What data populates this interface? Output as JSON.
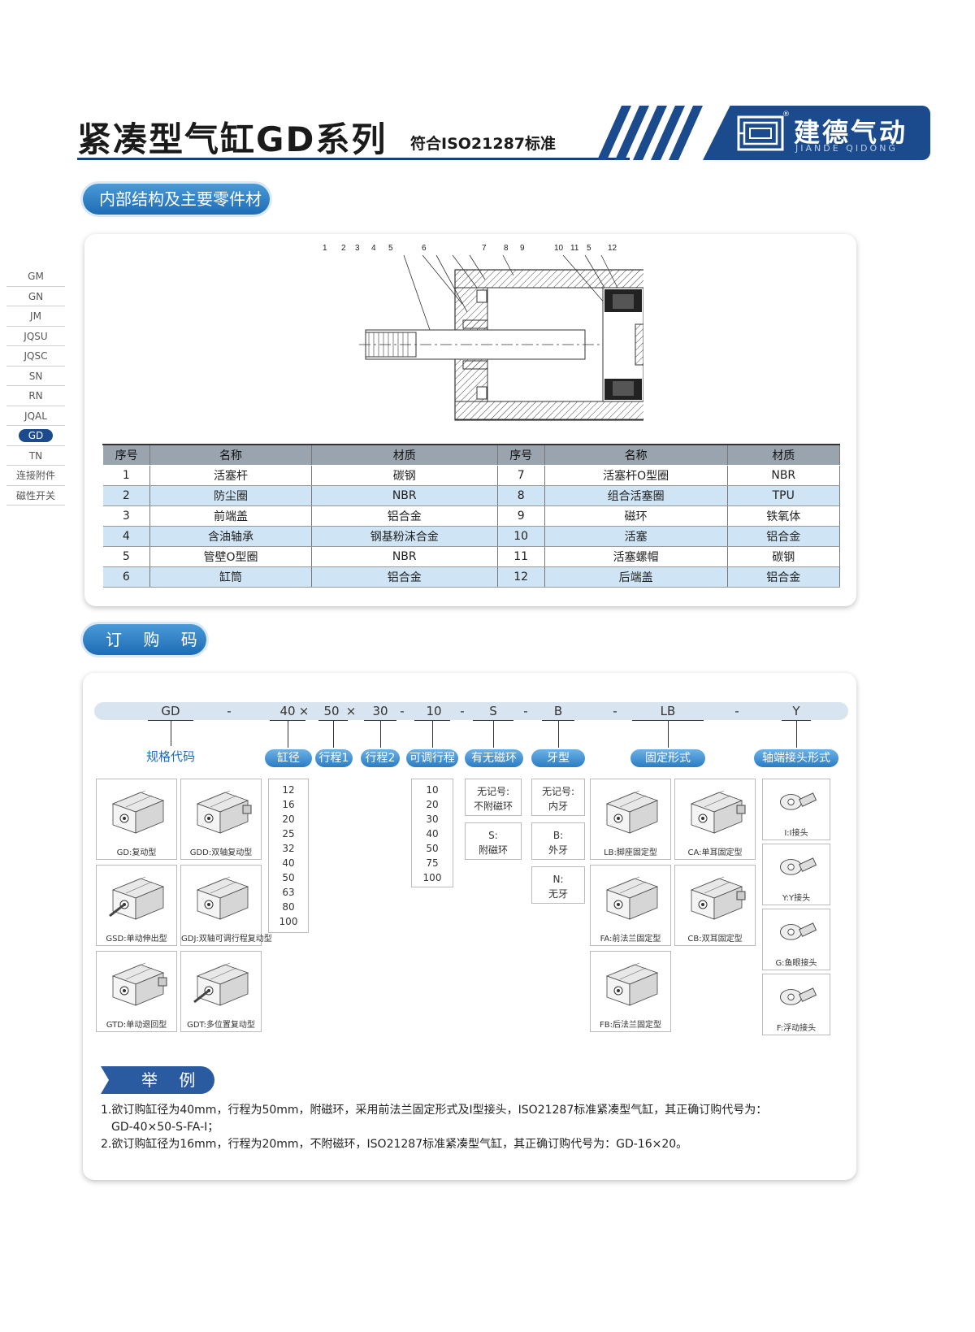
{
  "header": {
    "title": "紧凑型气缸GD系列",
    "subtitle": "符合ISO21287标准",
    "brand_cn": "建德气动",
    "brand_en": "JIANDE QIDONG",
    "reg_mark": "®"
  },
  "sections": {
    "structure_title": "内部结构及主要零件材质",
    "order_title": "订 购 码",
    "example_title": "举 例"
  },
  "sidenav": {
    "items": [
      "GM",
      "GN",
      "JM",
      "JQSU",
      "JQSC",
      "SN",
      "RN",
      "JQAL",
      "GD",
      "TN",
      "连接附件",
      "磁性开关"
    ],
    "active": "GD"
  },
  "diagram": {
    "callouts": [
      "1",
      "2",
      "3",
      "4",
      "5",
      "6",
      "7",
      "8",
      "9",
      "10",
      "11",
      "5",
      "12"
    ]
  },
  "parts_table": {
    "headers": [
      "序号",
      "名称",
      "材质",
      "序号",
      "名称",
      "材质"
    ],
    "rows": [
      [
        "1",
        "活塞杆",
        "碳钢",
        "7",
        "活塞杆O型圈",
        "NBR"
      ],
      [
        "2",
        "防尘圈",
        "NBR",
        "8",
        "组合活塞圈",
        "TPU"
      ],
      [
        "3",
        "前端盖",
        "铝合金",
        "9",
        "磁环",
        "铁氧体"
      ],
      [
        "4",
        "含油轴承",
        "钢基粉沫合金",
        "10",
        "活塞",
        "铝合金"
      ],
      [
        "5",
        "管壁O型圈",
        "NBR",
        "11",
        "活塞螺帽",
        "碳钢"
      ],
      [
        "6",
        "缸筒",
        "铝合金",
        "12",
        "后端盖",
        "铝合金"
      ]
    ]
  },
  "order_code": {
    "segments": [
      "GD",
      "-",
      "40",
      "×",
      "50",
      "×",
      "30",
      "-",
      "10",
      "-",
      "S",
      "-",
      "B",
      "-",
      "LB",
      "-",
      "Y"
    ],
    "tags": {
      "spec": "规格代码",
      "bore": "缸径",
      "stroke1": "行程1",
      "stroke2": "行程2",
      "adjust": "可调行程",
      "magnet": "有无磁环",
      "thread": "牙型",
      "mount": "固定形式",
      "rod_end": "轴端接头形式"
    },
    "spec_types": [
      "GD:复动型",
      "GDD:双轴复动型",
      "GSD:单动伸出型",
      "GDJ:双轴可调行程复动型",
      "GTD:单动退回型",
      "GDT:多位置复动型"
    ],
    "bores": [
      "12",
      "16",
      "20",
      "25",
      "32",
      "40",
      "50",
      "63",
      "80",
      "100"
    ],
    "adjust_strokes": [
      "10",
      "20",
      "30",
      "40",
      "50",
      "75",
      "100"
    ],
    "magnet_options": [
      {
        "line1": "无记号:",
        "line2": "不附磁环"
      },
      {
        "line1": "S:",
        "line2": "附磁环"
      }
    ],
    "thread_options": [
      {
        "line1": "无记号:",
        "line2": "内牙"
      },
      {
        "line1": "B:",
        "line2": "外牙"
      },
      {
        "line1": "N:",
        "line2": "无牙"
      }
    ],
    "mount_types": [
      "LB:脚座固定型",
      "CA:单耳固定型",
      "FA:前法兰固定型",
      "CB:双耳固定型",
      "FB:后法兰固定型"
    ],
    "rod_ends": [
      "I:I接头",
      "Y:Y接头",
      "G:鱼眼接头",
      "F:浮动接头"
    ]
  },
  "examples": {
    "line1a": "1.欲订购缸径为40mm，行程为50mm，附磁环，采用前法兰固定形式及I型接头，ISO21287标准紧凑型气缸，其正确订购代号为：",
    "line1b": "GD-40×50-S-FA-I；",
    "line2": "2.欲订购缸径为16mm，行程为20mm，不附磁环，ISO21287标准紧凑型气缸，其正确订购代号为：GD-16×20。"
  },
  "colors": {
    "brand_blue": "#1b4b8c",
    "pill_blue": "#2a7cc4",
    "row_alt": "#cfe4f5"
  }
}
